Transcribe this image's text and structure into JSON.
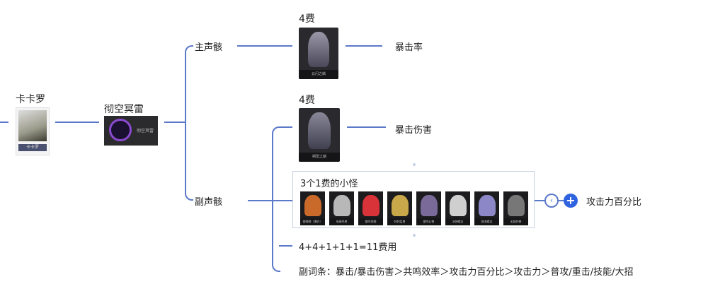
{
  "root": {
    "title": "卡卡罗",
    "card_caption": "卡卡罗"
  },
  "echo_set": {
    "title": "彻空冥雷",
    "card_caption": "彻空冥雷"
  },
  "main_echo": {
    "label": "主声骸",
    "cost": "4费",
    "card_caption": "云闪之鳞",
    "stat": "暴击率"
  },
  "sub_echo": {
    "label": "副声骸",
    "echo4": {
      "cost": "4费",
      "card_caption": "朔雷之鳞",
      "stat": "暴击伤害"
    },
    "small": {
      "title": "3个1费的小怪",
      "stat": "攻击力百分比",
      "captions": [
        "雷鳞鳞（爆炸）",
        "电磁鸣兽",
        "雷鸣寄鳞",
        "刺刺猛兽",
        "雷鸣幻兽",
        "冰棘螺丝",
        "啸海螺丝",
        "无骸刺兽"
      ],
      "colors": [
        "#c96a2a",
        "#b8b8b8",
        "#d9333a",
        "#c9a84a",
        "#7a6a9a",
        "#cfcfcf",
        "#8c88c8",
        "#777777"
      ]
    },
    "cost_total": "4+4+1+1+1=11费用",
    "substats": "副词条：暴击/暴击伤害＞共鸣效率＞攻击力百分比＞攻击力＞普攻/重击/技能/大招"
  },
  "accent": "#5b79c9"
}
